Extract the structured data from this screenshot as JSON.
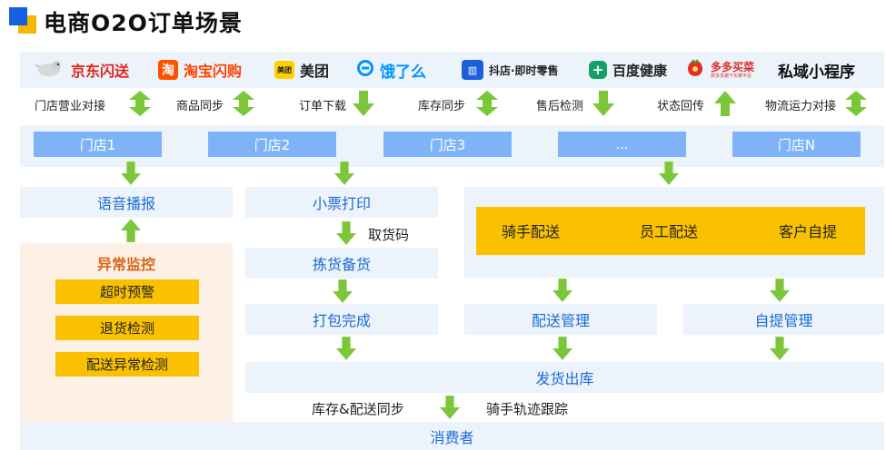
{
  "title": "电商O2O订单场景",
  "platforms": [
    {
      "name": "京东闪送",
      "icon": "jd-dog-icon",
      "color": "#e1251b"
    },
    {
      "name": "淘宝闪购",
      "icon": "taobao-icon",
      "color": "#ff4400"
    },
    {
      "name": "美团",
      "icon": "meituan-icon",
      "badge": "美团",
      "color": "#222222"
    },
    {
      "name": "饿了么",
      "icon": "eleme-icon",
      "color": "#0097ff"
    },
    {
      "name": "抖店·即时零售",
      "icon": "douyin-shop-icon",
      "color": "#1d5fd8"
    },
    {
      "name": "百度健康",
      "icon": "baidu-health-icon",
      "color": "#15a06b"
    },
    {
      "name": "多多买菜",
      "icon": "duoduo-icon",
      "sub": "拼多多旗下买菜平台",
      "color": "#e02e24"
    },
    {
      "name": "私域小程序",
      "icon": "",
      "color": "#111111"
    }
  ],
  "sync_items": [
    {
      "label": "门店营业对接",
      "direction": "both"
    },
    {
      "label": "商品同步",
      "direction": "both"
    },
    {
      "label": "订单下载",
      "direction": "down"
    },
    {
      "label": "库存同步",
      "direction": "both"
    },
    {
      "label": "售后检测",
      "direction": "down"
    },
    {
      "label": "状态回传",
      "direction": "up"
    },
    {
      "label": "物流运力对接",
      "direction": "both"
    }
  ],
  "stores": [
    "门店1",
    "门店2",
    "门店3",
    "...",
    "门店N"
  ],
  "voice_broadcast": "语音播报",
  "exception": {
    "title": "异常监控",
    "items": [
      "超时预警",
      "退货检测",
      "配送异常检测"
    ]
  },
  "ticket_print": "小票打印",
  "pickup_code": "取货码",
  "picking": "拣货备货",
  "packing": "打包完成",
  "delivery_modes": [
    "骑手配送",
    "员工配送",
    "客户自提"
  ],
  "delivery_mgmt": "配送管理",
  "self_pickup_mgmt": "自提管理",
  "shipping": "发货出库",
  "inventory_sync": "库存&配送同步",
  "rider_tracking": "骑手轨迹跟踪",
  "consumer": "消费者",
  "colors": {
    "band": "#edf3fb",
    "store": "#7eb4f7",
    "arrow": "#7cc63a",
    "accent": "#f9c100",
    "flow_text": "#1a6bd6",
    "exception_bg": "#fdf1e6",
    "exception_title": "#d9671b"
  }
}
